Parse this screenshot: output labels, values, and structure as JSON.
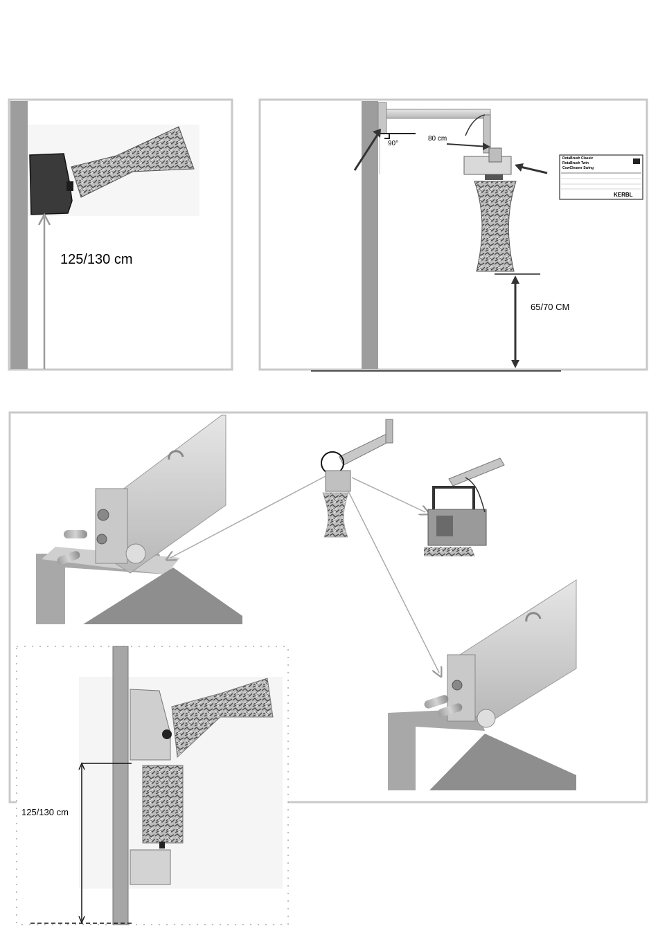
{
  "panel1": {
    "height_label": "125/130 cm"
  },
  "panel2": {
    "angle_label": "90°",
    "length_label": "80 cm",
    "height_label": "65/70 CM",
    "nameplate": {
      "rows": [
        "RotaBrush Classic",
        "RotaBrush Twin",
        "CowCleaner Swing"
      ],
      "brand": "KERBL"
    }
  },
  "panel3": {
    "height_label": "125/130 cm"
  }
}
